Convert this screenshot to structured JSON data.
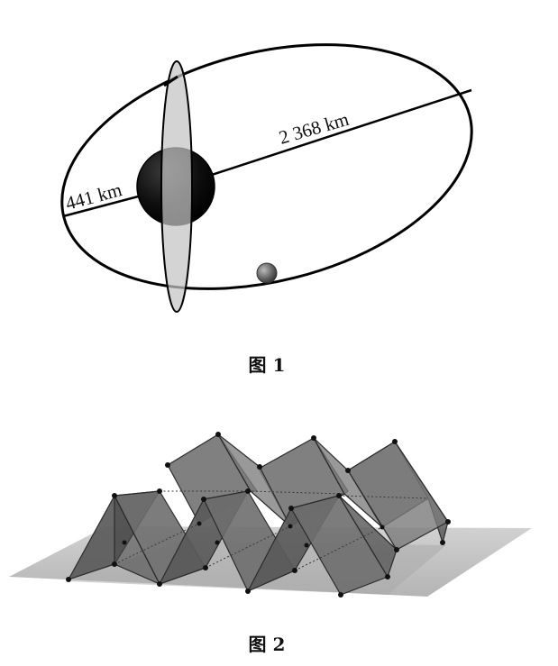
{
  "figure1": {
    "caption": "图 1",
    "short_segment_label": "441 km",
    "long_segment_label": "2 368 km"
  },
  "figure2": {
    "caption": "图 2"
  }
}
